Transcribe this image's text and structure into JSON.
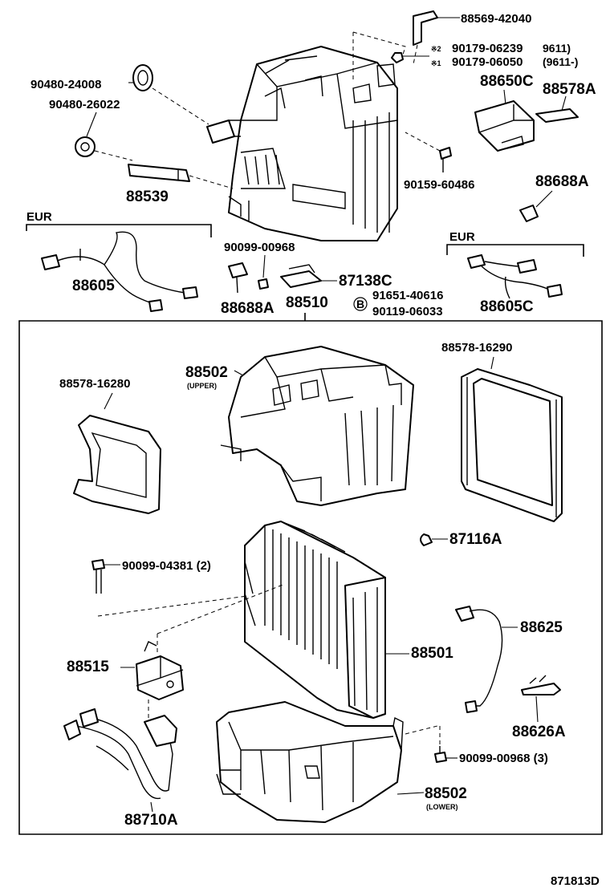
{
  "labels": {
    "p88569": "88569-42040",
    "p90179_2": "90179-06239",
    "p90179_2_note": "※2",
    "p90179_2_suffix": "9611)",
    "p90179_1": "90179-06050",
    "p90179_1_note": "※1",
    "p90179_1_suffix": "(9611-)",
    "p88650": "88650C",
    "p88578a": "88578A",
    "p90480_24008": "90480-24008",
    "p90480_26022": "90480-26022",
    "p88539": "88539",
    "p90159": "90159-60486",
    "p88688a_r": "88688A",
    "eur_left": "EUR",
    "p90099_00968": "90099-00968",
    "eur_right": "EUR",
    "p88605": "88605",
    "p87138c": "87138C",
    "p88605c": "88605C",
    "p88688a_l": "88688A",
    "p88510": "88510",
    "circle_b": "B",
    "p91651": "91651-40616",
    "p90119": "90119-06033",
    "p88502_upper": "88502",
    "upper_tag": "(UPPER)",
    "p88578_16290": "88578-16290",
    "p88578_16280": "88578-16280",
    "p87116a": "87116A",
    "p90099_04381": "90099-04381 (2)",
    "p88625": "88625",
    "p88501": "88501",
    "p88515": "88515",
    "p88626a": "88626A",
    "p90099_00968_3": "90099-00968 (3)",
    "p88502_lower": "88502",
    "lower_tag": "(LOWER)",
    "p88710a": "88710A",
    "figure_id": "871813D"
  },
  "colors": {
    "line": "#000000",
    "background": "#ffffff"
  }
}
